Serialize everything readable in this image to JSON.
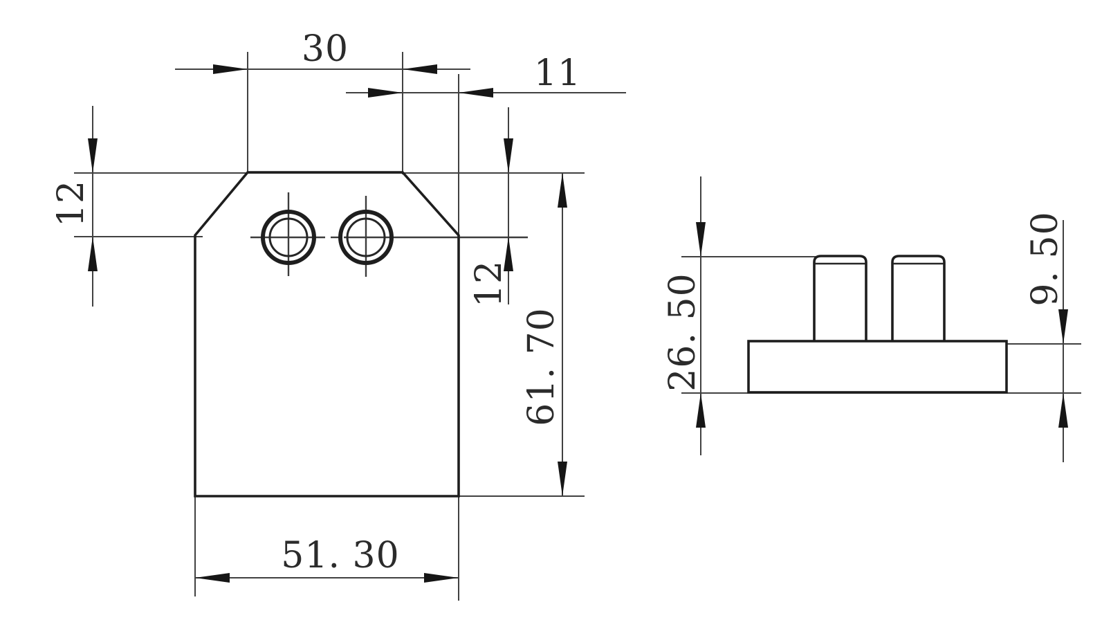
{
  "drawing": {
    "background": "#ffffff",
    "outline_color": "#1e1e1e",
    "dimension_line_color": "#414141",
    "text_color": "#2b2b2b",
    "front_view": {
      "holes_count": 2,
      "dims": {
        "top_width": {
          "label": "30",
          "value": 30,
          "orientation": "horizontal"
        },
        "chamfer_width": {
          "label": "11",
          "value": 11,
          "orientation": "horizontal"
        },
        "chamfer_depth_left": {
          "label": "12",
          "value": 12,
          "orientation": "vertical"
        },
        "chamfer_depth_right": {
          "label": "12",
          "value": 12,
          "orientation": "vertical"
        },
        "overall_height": {
          "label": "61. 70",
          "value": 61.7,
          "orientation": "vertical"
        },
        "overall_width": {
          "label": "51. 30",
          "value": 51.3,
          "orientation": "horizontal"
        }
      }
    },
    "side_view": {
      "studs_count": 2,
      "dims": {
        "overall_height": {
          "label": "26. 50",
          "value": 26.5,
          "orientation": "vertical"
        },
        "base_thickness": {
          "label": "9. 50",
          "value": 9.5,
          "orientation": "vertical"
        }
      }
    }
  }
}
